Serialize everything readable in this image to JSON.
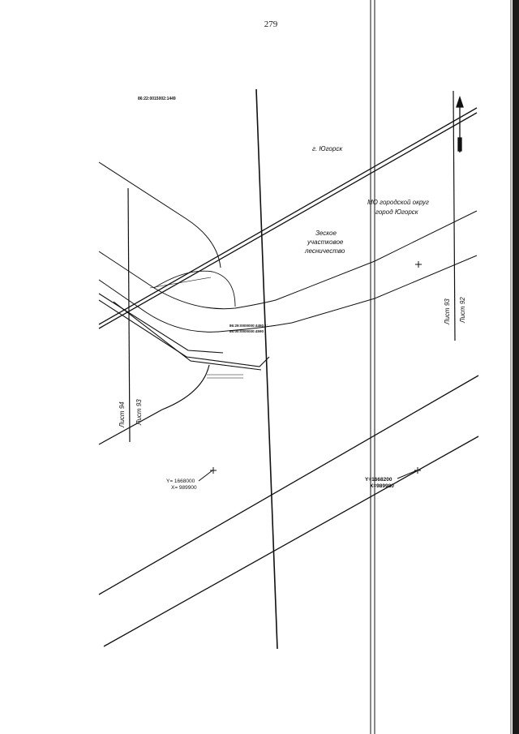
{
  "page": {
    "number": "279"
  },
  "labels": {
    "city": "г. Югорск",
    "municipality_line1": "МО городской округ",
    "municipality_line2": "город Югорск",
    "forestry_line1": "Зеское",
    "forestry_line2": "участковое",
    "forestry_line3": "лесничество",
    "sheet_94": "Лист 94",
    "sheet_93_left": "Лист 93",
    "sheet_93_right": "Лист 93",
    "sheet_92": "Лист 92"
  },
  "parcels": {
    "top": "86:22:0015002:1449",
    "mid_line1": "86:29:0000000:4450 1:",
    "mid_line2": "86:00:0000000:4590"
  },
  "coordinates": {
    "left_y": "Y= 1668000",
    "left_x": "X= 989900",
    "right_y": "Y=1668200",
    "right_x": "X=989980"
  },
  "colors": {
    "ink": "#111111",
    "paper": "#ffffff"
  }
}
